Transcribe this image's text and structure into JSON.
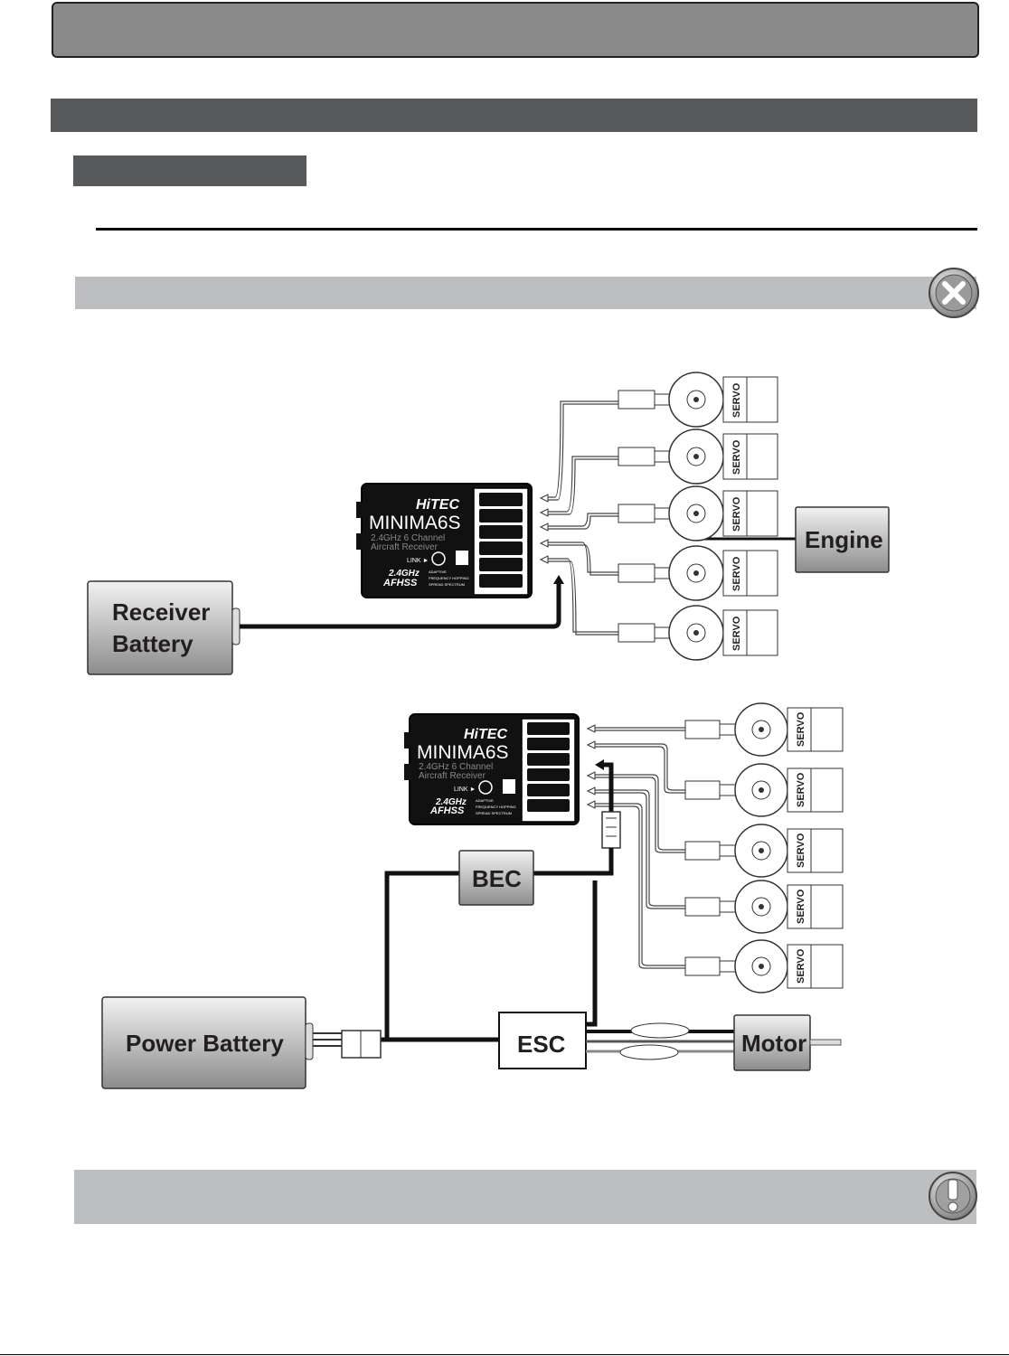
{
  "header": {
    "title": "",
    "section": "",
    "subsection": ""
  },
  "icons": {
    "warning": "close-x-icon",
    "note": "exclamation-icon"
  },
  "colors": {
    "bar_dark": "#58595b",
    "bar_light": "#bcbec0",
    "box_gray": "#9d9d9d"
  },
  "diagram1": {
    "battery_line1": "Receiver",
    "battery_line2": "Battery",
    "engine_label": "Engine",
    "servo_label": "SERVO"
  },
  "diagram2": {
    "bec_label": "BEC",
    "power_battery_label": "Power Battery",
    "esc_label": "ESC",
    "motor_label": "Motor",
    "servo_label": "SERVO"
  },
  "receiver": {
    "brand": "HiTEC",
    "model": "MINIMA6S",
    "desc1": "2.4GHz 6 Channel",
    "desc2": "Aircraft Receiver",
    "link": "LINK ►",
    "band": "2.4GHz",
    "protocol": "AFHSS",
    "tech1": "ADAPTIVE",
    "tech2": "FREQUENCY HOPPING",
    "tech3": "SPREAD SPECTRUM"
  }
}
